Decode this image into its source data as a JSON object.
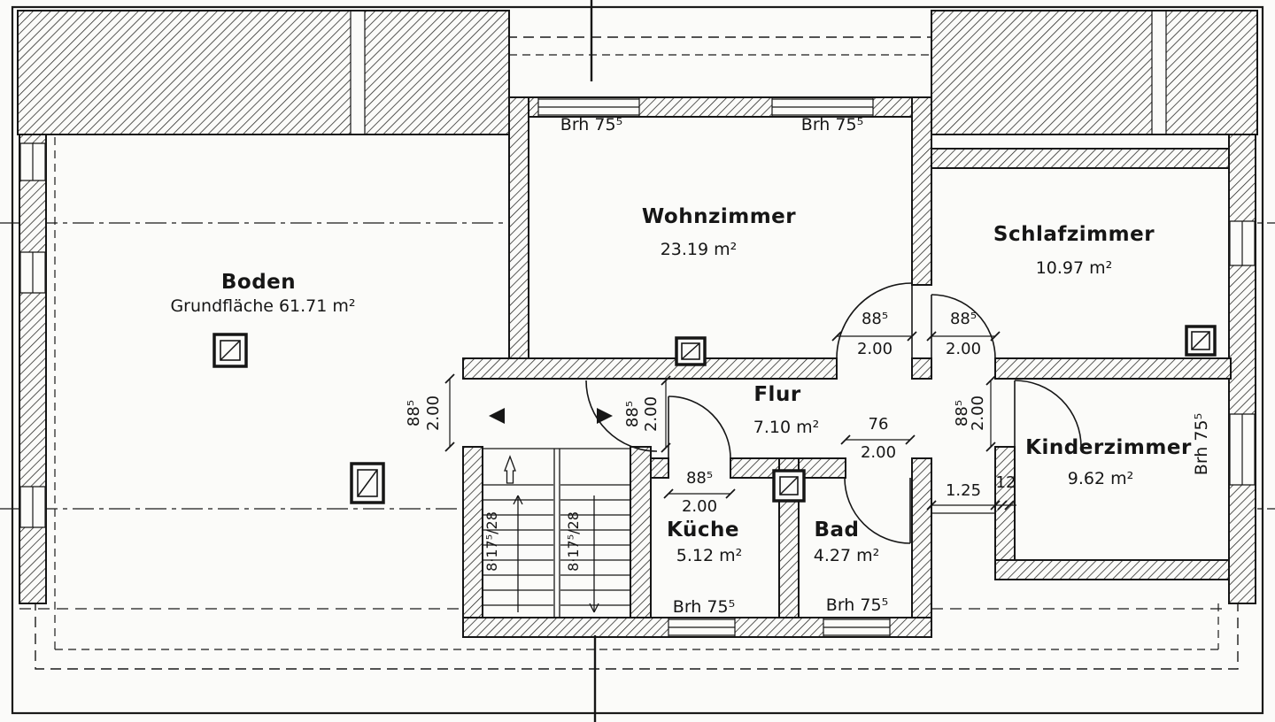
{
  "palette": {
    "paper": "#fbfbf9",
    "ink": "#161616"
  },
  "rooms": {
    "boden": {
      "name": "Boden",
      "area": "Grundfläche 61.71 m²"
    },
    "wohnzimmer": {
      "name": "Wohnzimmer",
      "area": "23.19 m²"
    },
    "schlafzimmer": {
      "name": "Schlafzimmer",
      "area": "10.97 m²"
    },
    "flur": {
      "name": "Flur",
      "area": "7.10 m²"
    },
    "kinderzimmer": {
      "name": "Kinderzimmer",
      "area": "9.62 m²"
    },
    "kueche": {
      "name": "Küche",
      "area": "5.12 m²"
    },
    "bad": {
      "name": "Bad",
      "area": "4.27 m²"
    }
  },
  "annotations": {
    "parapet_height": "Brh 75⁵",
    "door_width_885": "88⁵",
    "door_height_200": "2.00",
    "door_width_76": "76",
    "niche_width_125": "1.25",
    "wall_thickness_12": "12",
    "stair_run": "8·17⁵/28"
  }
}
